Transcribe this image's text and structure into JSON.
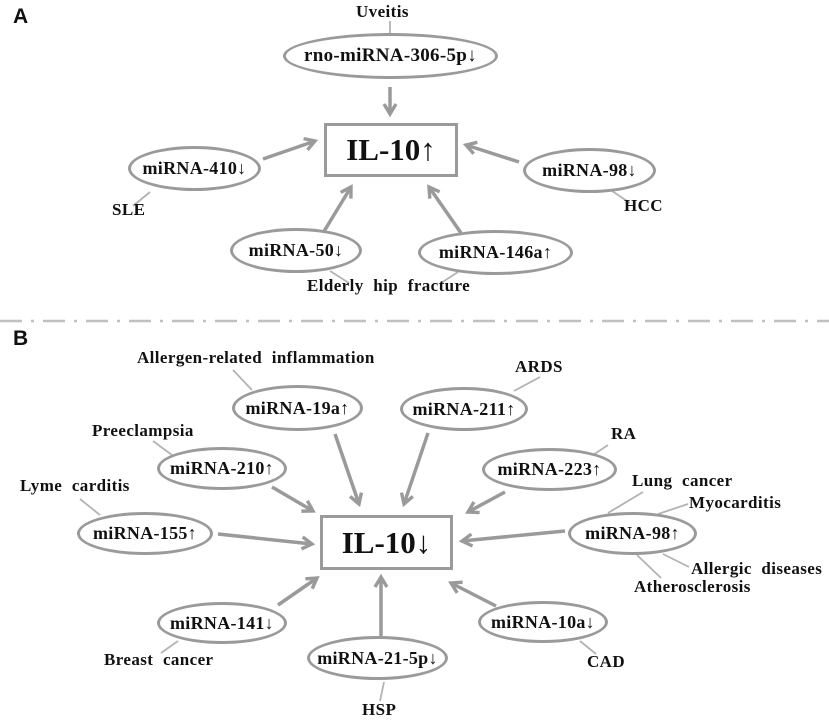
{
  "figure": {
    "colors": {
      "node_stroke": "#9a9a9a",
      "arrow": "#9a9a9a",
      "connector": "#b3b3b3",
      "divider": "#c0c0c0",
      "text": "#111111"
    },
    "panel_a": {
      "label": "A",
      "center": "IL-10↑",
      "nodes": [
        {
          "label": "rno-miRNA-306-5p↓",
          "disease": "Uveitis"
        },
        {
          "label": "miRNA-410↓",
          "disease": "SLE"
        },
        {
          "label": "miRNA-98↓",
          "disease": "HCC"
        },
        {
          "label": "miRNA-50↓",
          "disease": "Elderly hip fracture"
        },
        {
          "label": "miRNA-146a↑",
          "disease": "Elderly hip fracture"
        }
      ]
    },
    "panel_b": {
      "label": "B",
      "center": "IL-10↓",
      "nodes": [
        {
          "label": "miRNA-19a↑",
          "disease": "Allergen-related inflammation"
        },
        {
          "label": "miRNA-211↑",
          "disease": "ARDS"
        },
        {
          "label": "miRNA-210↑",
          "disease": "Preeclampsia"
        },
        {
          "label": "miRNA-223↑",
          "disease": "RA"
        },
        {
          "label": "miRNA-155↑",
          "disease": "Lyme carditis"
        },
        {
          "label": "miRNA-98↑",
          "diseases": [
            "Lung cancer",
            "Myocarditis",
            "Allergic diseases",
            "Atherosclerosis"
          ]
        },
        {
          "label": "miRNA-141↓",
          "disease": "Breast cancer"
        },
        {
          "label": "miRNA-21-5p↓",
          "disease": "HSP"
        },
        {
          "label": "miRNA-10a↓",
          "disease": "CAD"
        }
      ]
    }
  }
}
